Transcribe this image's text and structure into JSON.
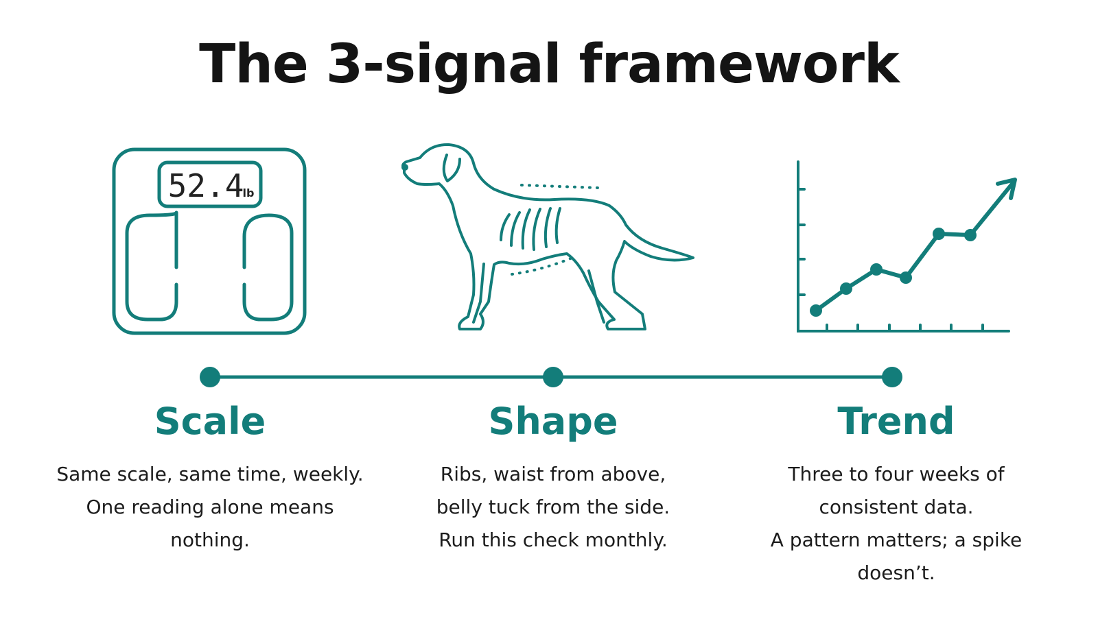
{
  "title": "The 3-signal framework",
  "colors": {
    "accent": "#137d7a",
    "text": "#1c1c1c",
    "title": "#141414",
    "background": "#ffffff"
  },
  "icons": {
    "scale": "bathroom-scale-icon",
    "shape": "dog-silhouette-icon",
    "trend": "trend-line-chart-icon"
  },
  "scale_display": {
    "value": "52.4",
    "unit": "lb"
  },
  "signals": [
    {
      "name": "Scale",
      "description": "Same scale, same time, weekly.\nOne reading alone means\nnothing."
    },
    {
      "name": "Shape",
      "description": "Ribs, waist from above,\nbelly tuck from the side.\nRun this check monthly."
    },
    {
      "name": "Trend",
      "description": "Three to four weeks of\nconsistent data.\nA pattern matters; a spike\ndoesn’t."
    }
  ]
}
